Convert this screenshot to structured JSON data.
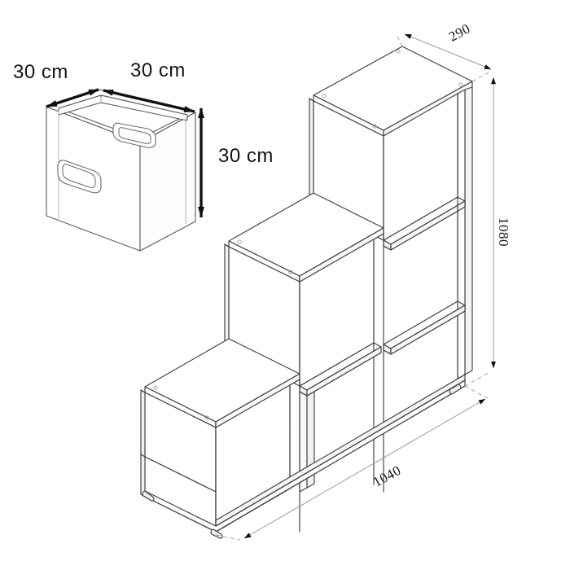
{
  "drawing": {
    "title": "Cube storage shelf - dimensioned isometric drawing",
    "type": "technical-line-drawing",
    "projection": "isometric",
    "line_color": "#3a3a3a",
    "dimension_line_color": "#8c8c8c",
    "arrow_color": "#111111",
    "background_color": "#ffffff",
    "units_note_primary": "cm",
    "units_note_secondary": "mm"
  },
  "storage_box": {
    "name": "fabric storage cube",
    "handles": 2,
    "dimensions": {
      "depth": {
        "label": "30 cm",
        "value": 30,
        "unit": "cm",
        "axis": "depth"
      },
      "width": {
        "label": "30 cm",
        "value": 30,
        "unit": "cm",
        "axis": "width"
      },
      "height": {
        "label": "30 cm",
        "value": 30,
        "unit": "cm",
        "axis": "height"
      }
    }
  },
  "shelf_unit": {
    "name": "6-cube staircase shelf",
    "columns": 3,
    "steps": 3,
    "cubes": 6,
    "dimensions": {
      "depth": {
        "label": "290",
        "value": 290,
        "unit": "mm",
        "axis": "depth"
      },
      "height": {
        "label": "1080",
        "value": 1080,
        "unit": "mm",
        "axis": "height"
      },
      "width": {
        "label": "1040",
        "value": 1040,
        "unit": "mm",
        "axis": "width"
      }
    }
  },
  "labels": {
    "box_depth": "30 cm",
    "box_width": "30 cm",
    "box_height": "30 cm",
    "shelf_depth": "290",
    "shelf_height": "1080",
    "shelf_width": "1040"
  }
}
